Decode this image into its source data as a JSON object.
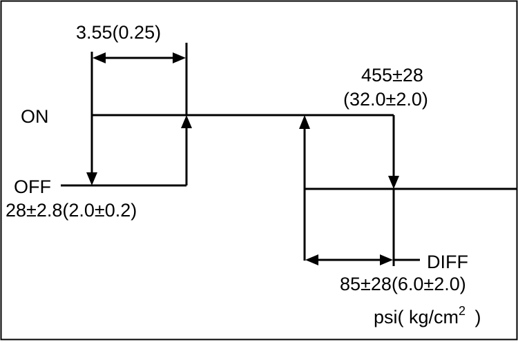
{
  "labels": {
    "low_hysteresis": "3.55(0.25)",
    "on": "ON",
    "high_setpoint": "455±28",
    "high_setpoint_metric": "(32.0±2.0)",
    "off": "OFF",
    "low_setpoint": "28±2.8(2.0±0.2)",
    "diff": "DIFF",
    "diff_value": "85±28(6.0±2.0)",
    "units": "psi( kg/cm",
    "units_sup": "2",
    "units_close": " )"
  }
}
